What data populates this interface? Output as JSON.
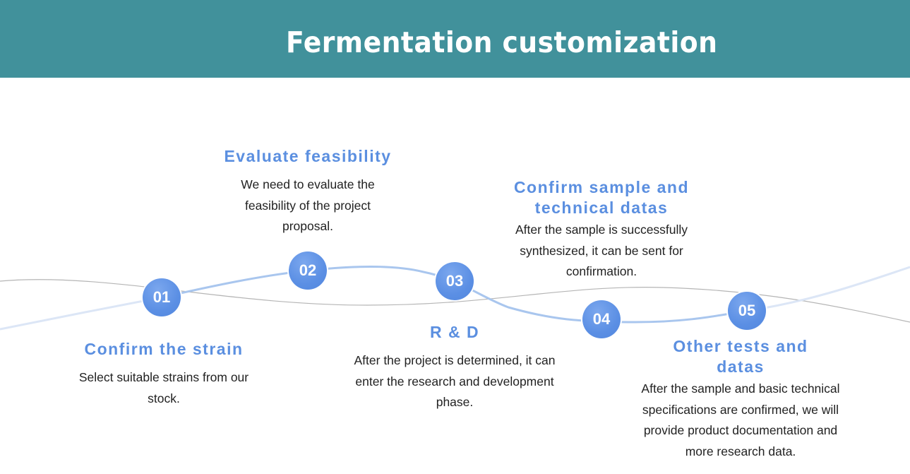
{
  "header": {
    "title": "Fermentation customization"
  },
  "steps": [
    {
      "number": "01",
      "title": "Confirm the strain",
      "description": "Select suitable strains from our stock."
    },
    {
      "number": "02",
      "title": "Evaluate feasibility",
      "description": "We need to evaluate the feasibility of the project proposal."
    },
    {
      "number": "03",
      "title": "R & D",
      "description": "After the project is determined, it can enter the research and development phase."
    },
    {
      "number": "04",
      "title": "Confirm sample and technical datas",
      "description": "After the sample is successfully synthesized, it can be sent for confirmation."
    },
    {
      "number": "05",
      "title": "Other tests and datas",
      "description": "After the sample and basic technical specifications are confirmed, we will provide product documentation and more research data."
    }
  ],
  "colors": {
    "header_bg": "#41919b",
    "accent": "#5b8fe0",
    "text": "#222222"
  }
}
